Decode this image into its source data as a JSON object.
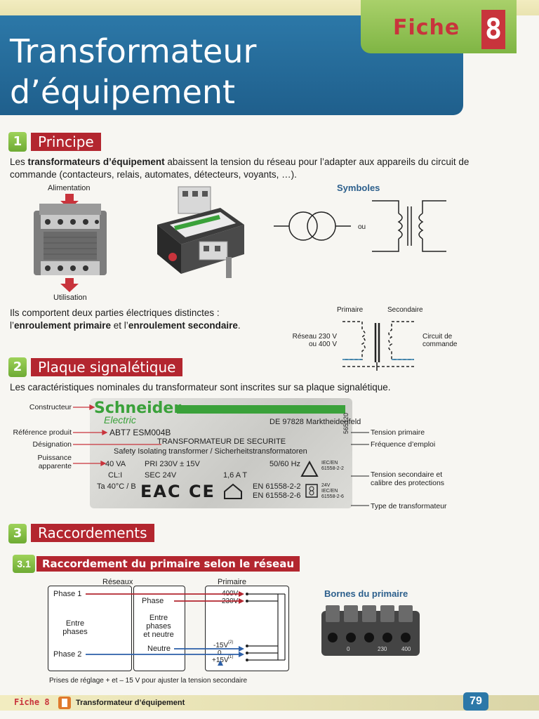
{
  "header": {
    "title_line1": "Transformateur",
    "title_line2": "d’équipement",
    "fiche_label": "Fiche",
    "fiche_number": "8"
  },
  "section1": {
    "number": "1",
    "title": "Principe",
    "intro_part1": "Les ",
    "intro_bold": "transformateurs d’équipement",
    "intro_part2": " abaissent la tension du réseau pour l’adapter aux appareils du circuit de commande (contacteurs, relais, automates, détecteurs, voyants, …).",
    "label_alimentation": "Alimentation",
    "label_utilisation": "Utilisation",
    "symboles_title": "Symboles",
    "symboles_ou": "ou",
    "parts_line1": "Ils comportent deux parties électriques distinctes :",
    "parts_l2_a": "l’",
    "parts_l2_b": "enroulement primaire",
    "parts_l2_c": " et l’",
    "parts_l2_d": "enroulement secondaire",
    "parts_l2_e": ".",
    "diag_primaire": "Primaire",
    "diag_secondaire": "Secondaire",
    "diag_reseau_1": "Réseau 230 V",
    "diag_reseau_2": "ou 400 V",
    "diag_circuit_1": "Circuit de",
    "diag_circuit_2": "commande"
  },
  "section2": {
    "number": "2",
    "title": "Plaque signalétique",
    "intro": "Les caractéristiques nominales du transformateur sont inscrites sur sa plaque signalétique.",
    "left_labels": [
      "Constructeur",
      "Référence produit",
      "Désignation",
      "Puissance",
      "apparente"
    ],
    "right_labels": [
      "Tension primaire",
      "Fréquence d’emploi",
      "Tension secondaire et",
      "calibre des protections",
      "Type de transformateur"
    ],
    "plate": {
      "brand": "Schneider",
      "brand_sub": "Electric",
      "address": "DE 97828 Marktheidenfeld",
      "reference": "ABT7 ESM004B",
      "designation_1": "TRANSFORMATEUR DE SECURITE",
      "designation_2": "Safety Isolating transformer / Sicherheitstransformatoren",
      "power": "40 VA",
      "primary": "PRI 230V ± 15V",
      "freq": "50/60 Hz",
      "cl": "CL:I",
      "secondary": "SEC 24V",
      "current": "1,6 A T",
      "ta": "Ta 40°C / B",
      "norm_1": "EN 61558-2-2",
      "norm_2": "EN 61558-2-6",
      "code": "565120",
      "iec_1": "IEC/EN",
      "iec_2": "61558-2-2",
      "iec_3": "24V",
      "iec_4": "IEC/EN",
      "iec_5": "61558-2-6",
      "marks": "EAC CE"
    }
  },
  "section3": {
    "number": "3",
    "title": "Raccordements",
    "sub_number": "3.1",
    "sub_title": "Raccordement du primaire selon le réseau",
    "label_reseaux": "Réseaux",
    "label_primaire": "Primaire",
    "phase1": "Phase 1",
    "entre_phases_1": "Entre",
    "entre_phases_2": "phases",
    "phase2": "Phase 2",
    "phase": "Phase",
    "epn_1": "Entre",
    "epn_2": "phases",
    "epn_3": "et neutre",
    "neutre": "Neutre",
    "v400": "400V",
    "v230": "230V",
    "m15": "-15V",
    "zero": "0",
    "p15": "+15V",
    "note1": "(2)",
    "note2": "(1)",
    "caption": "Prises de réglage + et – 15 V pour ajuster la tension secondaire",
    "bornes_title": "Bornes du primaire",
    "bornes_labels": [
      "0",
      "230",
      "400"
    ]
  },
  "footer": {
    "fiche": "Fiche 8",
    "title": "Transformateur d’équipement",
    "page": "79"
  }
}
